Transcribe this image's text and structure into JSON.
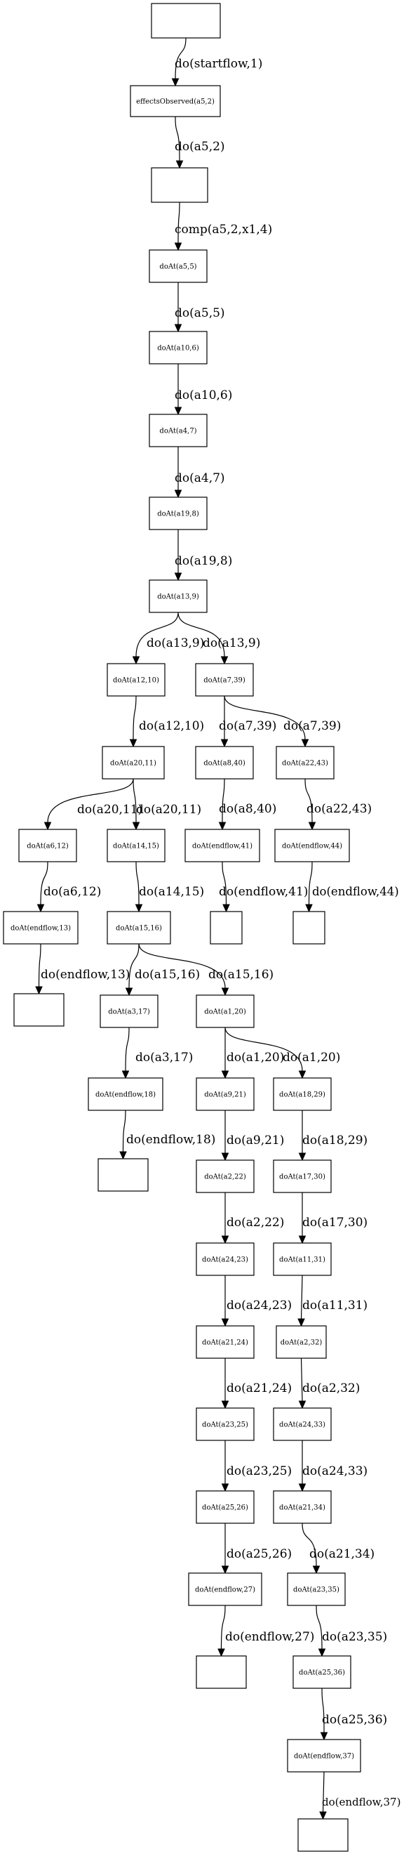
{
  "nodes": [
    {
      "id": "n0",
      "label": ""
    },
    {
      "id": "n1",
      "label": "effectsObserved(a5,2)"
    },
    {
      "id": "n2",
      "label": ""
    },
    {
      "id": "n3",
      "label": "doAt(a5,5)"
    },
    {
      "id": "n4",
      "label": "doAt(a10,6)"
    },
    {
      "id": "n5",
      "label": "doAt(a4,7)"
    },
    {
      "id": "n6",
      "label": "doAt(a19,8)"
    },
    {
      "id": "n7",
      "label": "doAt(a13,9)"
    },
    {
      "id": "n8",
      "label": "doAt(a12,10)"
    },
    {
      "id": "n9",
      "label": "doAt(a7,39)"
    },
    {
      "id": "n10",
      "label": "doAt(a20,11)"
    },
    {
      "id": "n11",
      "label": "doAt(a8,40)"
    },
    {
      "id": "n12",
      "label": "doAt(a22,43)"
    },
    {
      "id": "n13",
      "label": "doAt(a6,12)"
    },
    {
      "id": "n14",
      "label": "doAt(a14,15)"
    },
    {
      "id": "n15",
      "label": "doAt(endflow,41)"
    },
    {
      "id": "n16",
      "label": "doAt(endflow,44)"
    },
    {
      "id": "n17",
      "label": "doAt(endflow,13)"
    },
    {
      "id": "n18",
      "label": "doAt(a15,16)"
    },
    {
      "id": "n19",
      "label": ""
    },
    {
      "id": "n20",
      "label": ""
    },
    {
      "id": "n21",
      "label": ""
    },
    {
      "id": "n22",
      "label": "doAt(a3,17)"
    },
    {
      "id": "n23",
      "label": "doAt(a1,20)"
    },
    {
      "id": "n24",
      "label": "doAt(endflow,18)"
    },
    {
      "id": "n25",
      "label": "doAt(a9,21)"
    },
    {
      "id": "n26",
      "label": "doAt(a18,29)"
    },
    {
      "id": "n27",
      "label": ""
    },
    {
      "id": "n28",
      "label": "doAt(a2,22)"
    },
    {
      "id": "n29",
      "label": "doAt(a17,30)"
    },
    {
      "id": "n30",
      "label": "doAt(a24,23)"
    },
    {
      "id": "n31",
      "label": "doAt(a11,31)"
    },
    {
      "id": "n32",
      "label": "doAt(a21,24)"
    },
    {
      "id": "n33",
      "label": "doAt(a2,32)"
    },
    {
      "id": "n34",
      "label": "doAt(a23,25)"
    },
    {
      "id": "n35",
      "label": "doAt(a24,33)"
    },
    {
      "id": "n36",
      "label": "doAt(a25,26)"
    },
    {
      "id": "n37",
      "label": "doAt(a21,34)"
    },
    {
      "id": "n38",
      "label": "doAt(endflow,27)"
    },
    {
      "id": "n39",
      "label": "doAt(a23,35)"
    },
    {
      "id": "n40",
      "label": ""
    },
    {
      "id": "n41",
      "label": "doAt(a25,36)"
    },
    {
      "id": "n42",
      "label": "doAt(endflow,37)"
    },
    {
      "id": "n43",
      "label": ""
    }
  ],
  "edges": [
    {
      "from": "n0",
      "to": "n1",
      "label": "do(startflow,1)"
    },
    {
      "from": "n1",
      "to": "n2",
      "label": "do(a5,2)"
    },
    {
      "from": "n2",
      "to": "n3",
      "label": "comp(a5,2,x1,4)"
    },
    {
      "from": "n3",
      "to": "n4",
      "label": "do(a5,5)"
    },
    {
      "from": "n4",
      "to": "n5",
      "label": "do(a10,6)"
    },
    {
      "from": "n5",
      "to": "n6",
      "label": "do(a4,7)"
    },
    {
      "from": "n6",
      "to": "n7",
      "label": "do(a19,8)"
    },
    {
      "from": "n7",
      "to": "n8",
      "label": "do(a13,9)"
    },
    {
      "from": "n7",
      "to": "n9",
      "label": "do(a13,9)"
    },
    {
      "from": "n8",
      "to": "n10",
      "label": "do(a12,10)"
    },
    {
      "from": "n9",
      "to": "n11",
      "label": "do(a7,39)"
    },
    {
      "from": "n9",
      "to": "n12",
      "label": "do(a7,39)"
    },
    {
      "from": "n10",
      "to": "n13",
      "label": "do(a20,11)"
    },
    {
      "from": "n10",
      "to": "n14",
      "label": "do(a20,11)"
    },
    {
      "from": "n11",
      "to": "n15",
      "label": "do(a8,40)"
    },
    {
      "from": "n12",
      "to": "n16",
      "label": "do(a22,43)"
    },
    {
      "from": "n13",
      "to": "n17",
      "label": "do(a6,12)"
    },
    {
      "from": "n14",
      "to": "n18",
      "label": "do(a14,15)"
    },
    {
      "from": "n15",
      "to": "n19",
      "label": "do(endflow,41)"
    },
    {
      "from": "n16",
      "to": "n20",
      "label": "do(endflow,44)"
    },
    {
      "from": "n17",
      "to": "n21",
      "label": "do(endflow,13)"
    },
    {
      "from": "n18",
      "to": "n22",
      "label": "do(a15,16)"
    },
    {
      "from": "n18",
      "to": "n23",
      "label": "do(a15,16)"
    },
    {
      "from": "n22",
      "to": "n24",
      "label": "do(a3,17)"
    },
    {
      "from": "n23",
      "to": "n25",
      "label": "do(a1,20)"
    },
    {
      "from": "n23",
      "to": "n26",
      "label": "do(a1,20)"
    },
    {
      "from": "n24",
      "to": "n27",
      "label": "do(endflow,18)"
    },
    {
      "from": "n25",
      "to": "n28",
      "label": "do(a9,21)"
    },
    {
      "from": "n26",
      "to": "n29",
      "label": "do(a18,29)"
    },
    {
      "from": "n28",
      "to": "n30",
      "label": "do(a2,22)"
    },
    {
      "from": "n29",
      "to": "n31",
      "label": "do(a17,30)"
    },
    {
      "from": "n30",
      "to": "n32",
      "label": "do(a24,23)"
    },
    {
      "from": "n31",
      "to": "n33",
      "label": "do(a11,31)"
    },
    {
      "from": "n32",
      "to": "n34",
      "label": "do(a21,24)"
    },
    {
      "from": "n33",
      "to": "n35",
      "label": "do(a2,32)"
    },
    {
      "from": "n34",
      "to": "n36",
      "label": "do(a23,25)"
    },
    {
      "from": "n35",
      "to": "n37",
      "label": "do(a24,33)"
    },
    {
      "from": "n36",
      "to": "n38",
      "label": "do(a25,26)"
    },
    {
      "from": "n37",
      "to": "n39",
      "label": "do(a21,34)"
    },
    {
      "from": "n38",
      "to": "n40",
      "label": "do(endflow,27)"
    },
    {
      "from": "n39",
      "to": "n41",
      "label": "do(a23,35)"
    },
    {
      "from": "n41",
      "to": "n42",
      "label": "do(a25,36)"
    },
    {
      "from": "n42",
      "to": "n43",
      "label": "do(endflow,37)"
    }
  ]
}
